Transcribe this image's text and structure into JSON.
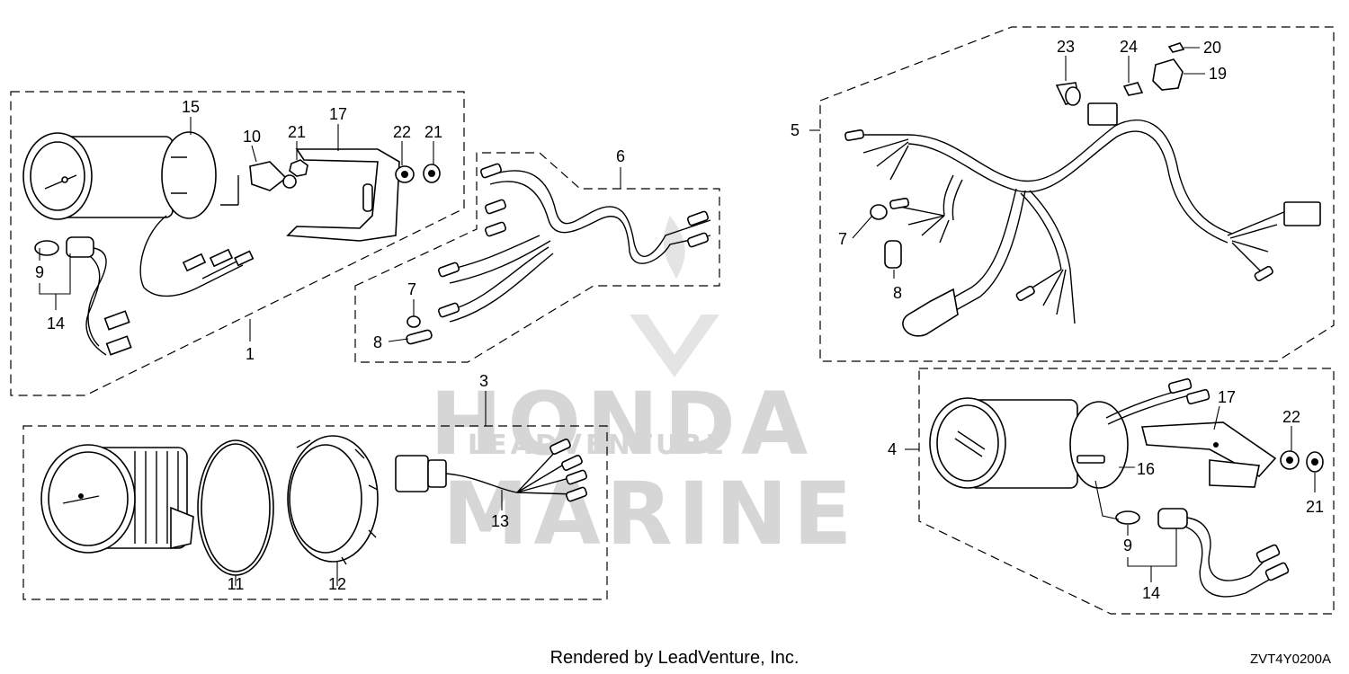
{
  "watermark": {
    "brand": "HONDA",
    "brand_sub": "LEADVENTURE",
    "line2": "MARINE"
  },
  "callouts": {
    "c1": "1",
    "c15": "15",
    "c10": "10",
    "c21a": "21",
    "c17a": "17",
    "c22a": "22",
    "c21b": "21",
    "c9a": "9",
    "c14a": "14",
    "c6": "6",
    "c7a": "7",
    "c8a": "8",
    "c23": "23",
    "c24": "24",
    "c20": "20",
    "c19": "19",
    "c5": "5",
    "c7b": "7",
    "c8b": "8",
    "c3": "3",
    "c13": "13",
    "c11": "11",
    "c12": "12",
    "c4": "4",
    "c17b": "17",
    "c22b": "22",
    "c16": "16",
    "c21c": "21",
    "c9b": "9",
    "c14b": "14"
  },
  "footer": {
    "rendered_by": "Rendered by LeadVenture, Inc.",
    "diagram_code": "ZVT4Y0200A"
  }
}
